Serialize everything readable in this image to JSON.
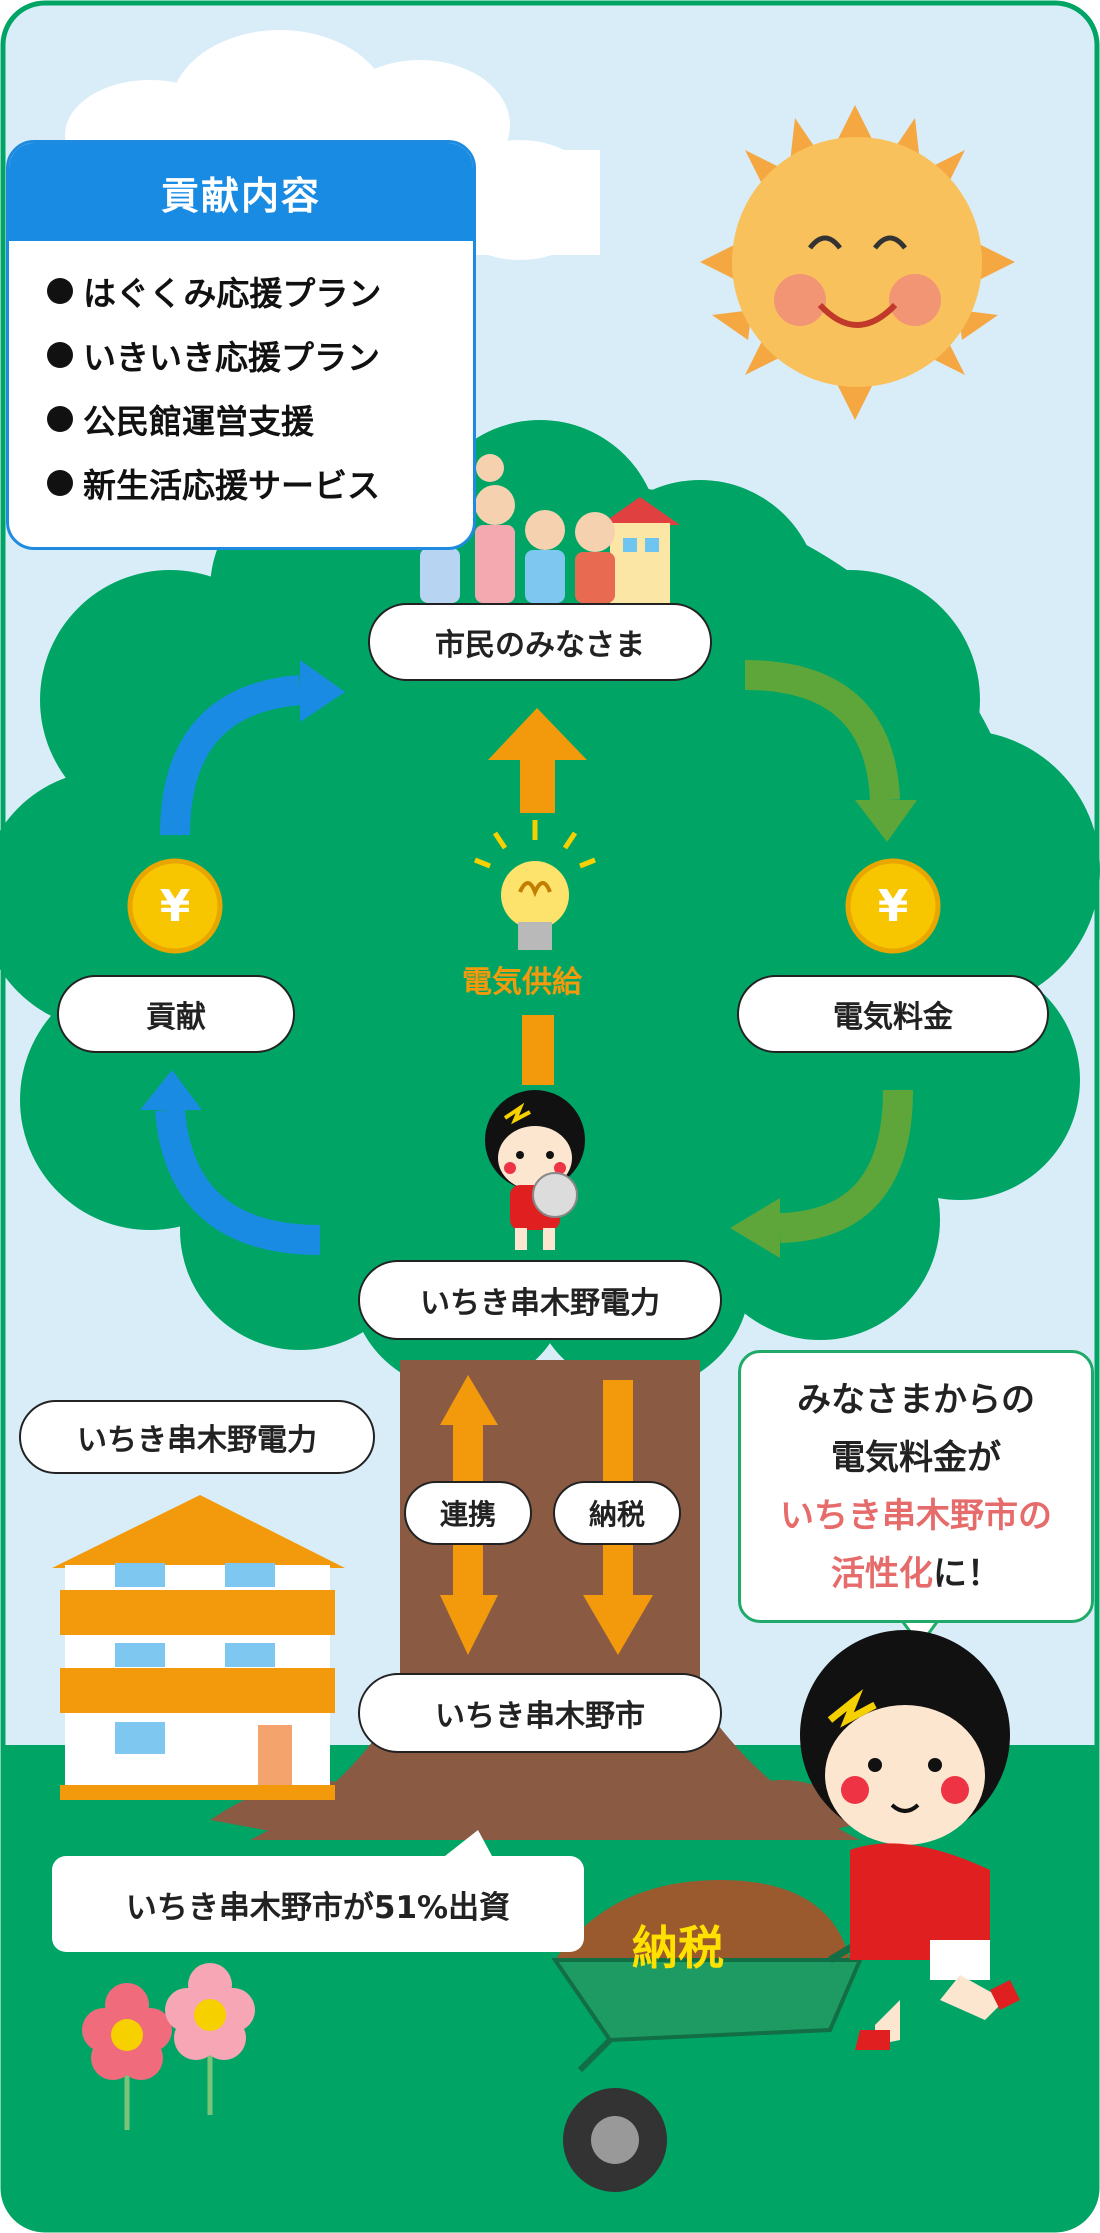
{
  "contribution": {
    "title": "貢献内容",
    "items": [
      "はぐくみ応援プラン",
      "いきいき応援プラン",
      "公民館運営支援",
      "新生活応援サービス"
    ]
  },
  "nodes": {
    "citizens": "市民のみなさま",
    "electricity_fee": "電気料金",
    "company": "いちき串木野電力",
    "contribution": "貢献",
    "city": "いちき串木野市"
  },
  "labels": {
    "power_supply": "電気供給",
    "cooperation": "連携",
    "tax": "納税",
    "company_building": "いちき串木野電力",
    "investment": "いちき串木野市が51%出資",
    "wheelbarrow": "納税",
    "yen_symbol": "¥"
  },
  "callout": {
    "line1": "みなさまからの",
    "line2": "電気料金が",
    "line3": "いちき串木野市の",
    "line4_hl": "活性化",
    "line4_rest": "に！"
  },
  "colors": {
    "sky": "#d9edf8",
    "tree": "#00a566",
    "trunk": "#8a5a43",
    "orange": "#f29a0b",
    "blue_arrow": "#1a8be3",
    "green_arrow": "#5ea63a",
    "accent_red": "#e66b6b"
  }
}
